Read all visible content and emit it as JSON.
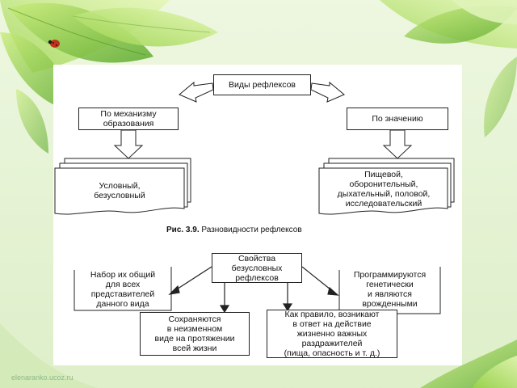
{
  "diagram1": {
    "root": "Виды рефлексов",
    "left_head": "По механизму\nобразования",
    "right_head": "По значению",
    "left_leaf": "Условный,\nбезусловный",
    "right_leaf": "Пищевой,\nоборонительный,\nдыхательный, половой,\nисследовательский"
  },
  "caption": {
    "prefix": "Рис. 3.9.",
    "text": "Разновидности рефлексов"
  },
  "diagram2": {
    "center": "Свойства\nбезусловных\nрефлексов",
    "left_top": "Набор их общий\nдля всех\nпредставителей\nданного вида",
    "right_top": "Программируются\nгенетически\nи являются\nврожденными",
    "bottom_left": "Сохраняются\nв неизменном\nвиде на протяжении\nвсей жизни",
    "bottom_right": "Как правило, возникают\nв ответ на действие\nжизненно важных\nраздражителей\n(пища, опасность и т. д.)"
  },
  "watermark": "elenaranko.ucoz.ru"
}
